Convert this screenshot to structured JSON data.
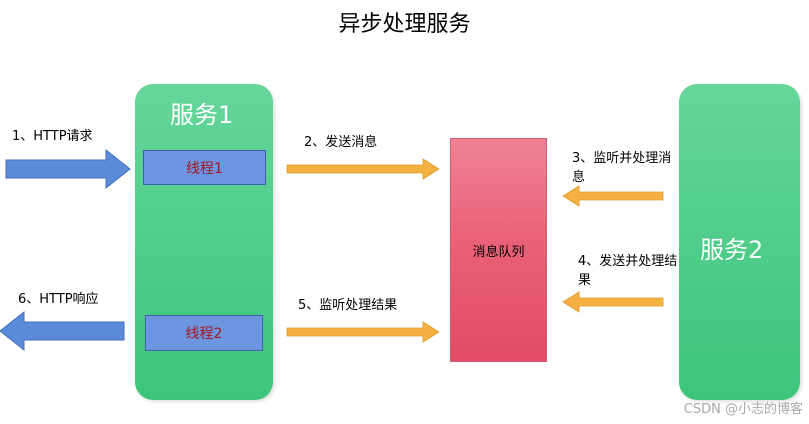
{
  "title": "异步处理服务",
  "service1": {
    "label": "服务1",
    "thread1": "线程1",
    "thread2": "线程2"
  },
  "service2": {
    "label": "服务2"
  },
  "queue": {
    "label": "消息队列"
  },
  "steps": {
    "s1": "1、HTTP请求",
    "s2": "2、发送消息",
    "s3": "3、监听并处理消息",
    "s4": "4、发送并处理结果",
    "s5": "5、监听处理结果",
    "s6": "6、HTTP响应"
  },
  "watermark": "CSDN @小志的博客",
  "colors": {
    "service": "#4dcc88",
    "thread": "#6d95e0",
    "thread_text": "#a4161a",
    "queue": "#ea6178",
    "http_arrow": "#5b8bd8",
    "msg_arrow": "#f5b042"
  }
}
